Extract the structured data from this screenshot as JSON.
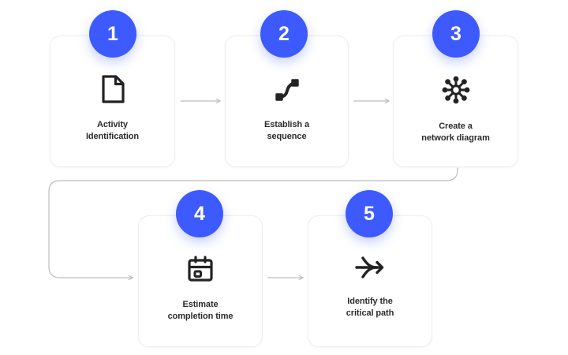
{
  "diagram": {
    "type": "process-flow",
    "orientation": "serpentine-two-rows",
    "accent_color": "#3d5afe",
    "card_background": "#ffffff",
    "card_border_color": "#ededed",
    "label_color": "#2c2c2e",
    "connector_color": "#bdbdbd",
    "background": "#ffffff",
    "steps": [
      {
        "number": "1",
        "label": "Activity\nIdentification",
        "icon": "document-icon"
      },
      {
        "number": "2",
        "label": "Establish a\nsequence",
        "icon": "sequence-curve-icon"
      },
      {
        "number": "3",
        "label": "Create a\nnetwork diagram",
        "icon": "network-diagram-icon"
      },
      {
        "number": "4",
        "label": "Estimate\ncompletion time",
        "icon": "calendar-icon"
      },
      {
        "number": "5",
        "label": "Identify the\ncritical path",
        "icon": "merge-arrow-icon"
      }
    ],
    "connectors": [
      {
        "from": "1",
        "to": "2",
        "style": "straight-arrow"
      },
      {
        "from": "2",
        "to": "3",
        "style": "straight-arrow"
      },
      {
        "from": "3",
        "to": "4",
        "style": "wrap-around-arrow"
      },
      {
        "from": "4",
        "to": "5",
        "style": "straight-arrow"
      }
    ]
  }
}
